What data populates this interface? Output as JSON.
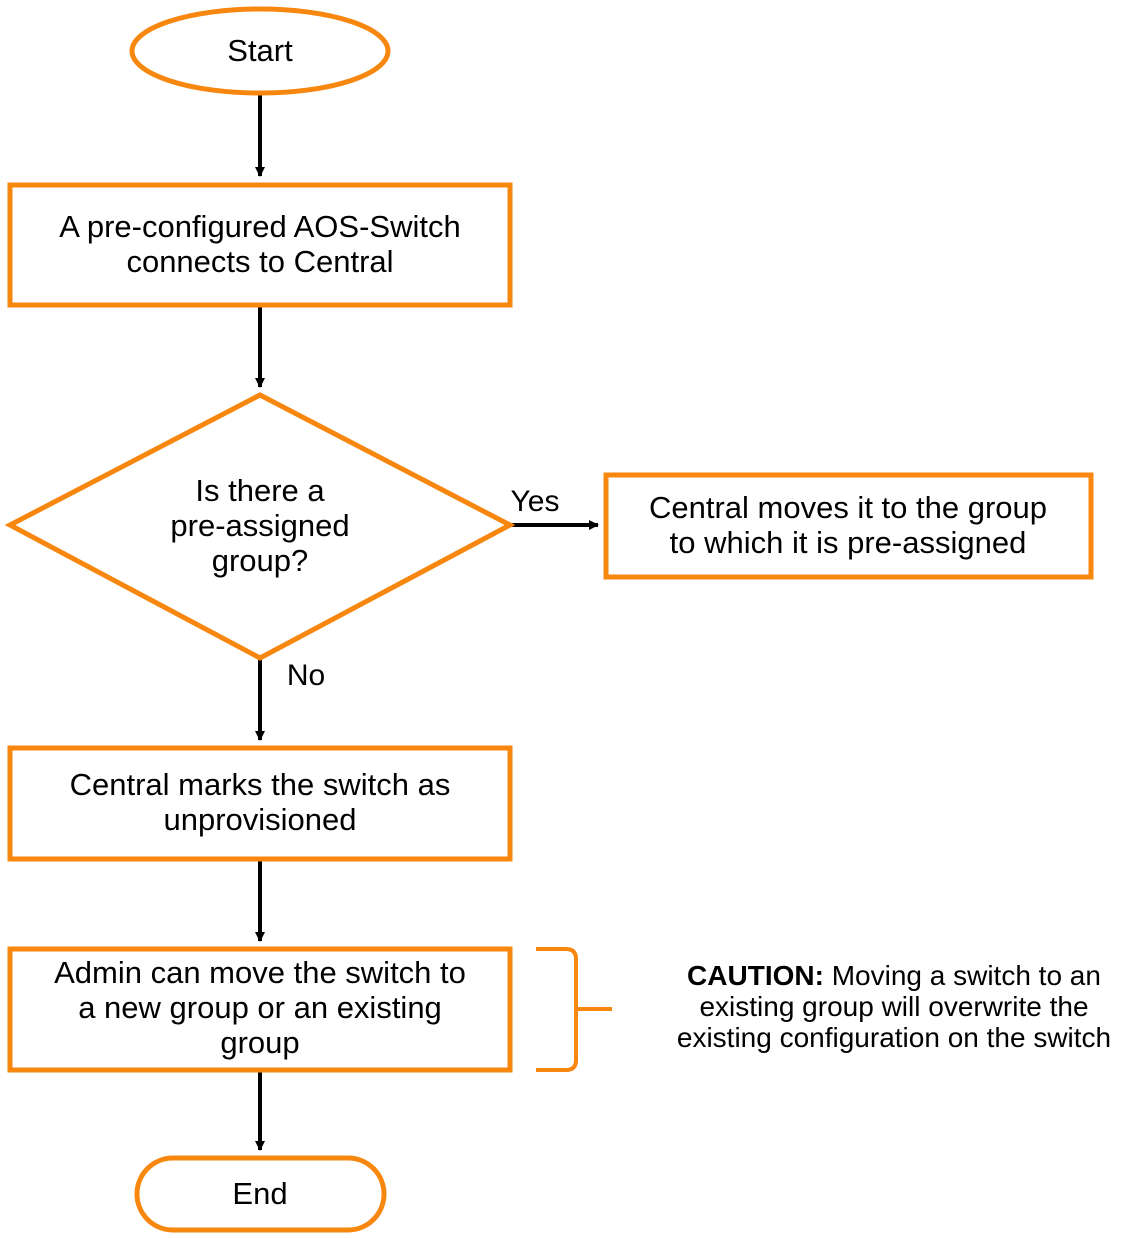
{
  "colors": {
    "shape_stroke": "#f7870f",
    "connector": "#000000",
    "text": "#000000",
    "background": "#ffffff"
  },
  "nodes": {
    "start": {
      "label": "Start"
    },
    "connect": {
      "line1": "A pre-configured AOS-Switch",
      "line2": "connects to Central"
    },
    "decision": {
      "line1": "Is there a",
      "line2": "pre-assigned",
      "line3": "group?"
    },
    "move_preassigned": {
      "line1": "Central moves it to the group",
      "line2": "to which it is pre-assigned"
    },
    "unprovisioned": {
      "line1": "Central marks the switch as",
      "line2": "unprovisioned"
    },
    "admin_move": {
      "line1": "Admin can move the switch to",
      "line2": "a new group or an existing",
      "line3": "group"
    },
    "end": {
      "label": "End"
    }
  },
  "edges": {
    "yes_label": "Yes",
    "no_label": "No"
  },
  "caution": {
    "title": "CAUTION:",
    "line1_rest": " Moving a switch to an",
    "line2": "existing group will overwrite the",
    "line3": "existing configuration on the switch"
  }
}
